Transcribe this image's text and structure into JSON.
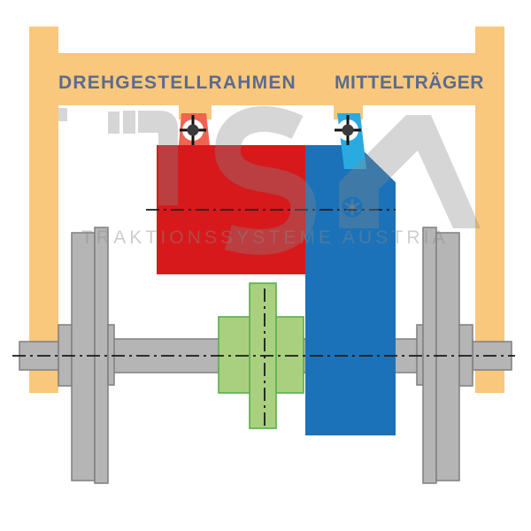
{
  "diagram": {
    "frame_label": "DREHGESTELLRAHMEN",
    "carrier_label": "MITTELTRÄGER",
    "watermark": {
      "text": "TRAKTIONSSYSTEME AUSTRIA",
      "logo_name": "TSA"
    },
    "colors": {
      "frame_orange": "#F9C87C",
      "label_slate": "#5A6B91",
      "motor_red": "#D7191C",
      "motor_mount_salmon": "#EE6450",
      "gear_blue": "#1B72B8",
      "gear_mount_cyan": "#29ABE2",
      "coupling_green": "#A9D07F",
      "coupling_green_stroke": "#55B04B",
      "wheelset_gray": "#B5B5B5",
      "wheelset_gray_stroke": "#7F7F7F",
      "centerline_black": "#1A1A1A",
      "watermark_gray": "#D9D9D9"
    }
  }
}
